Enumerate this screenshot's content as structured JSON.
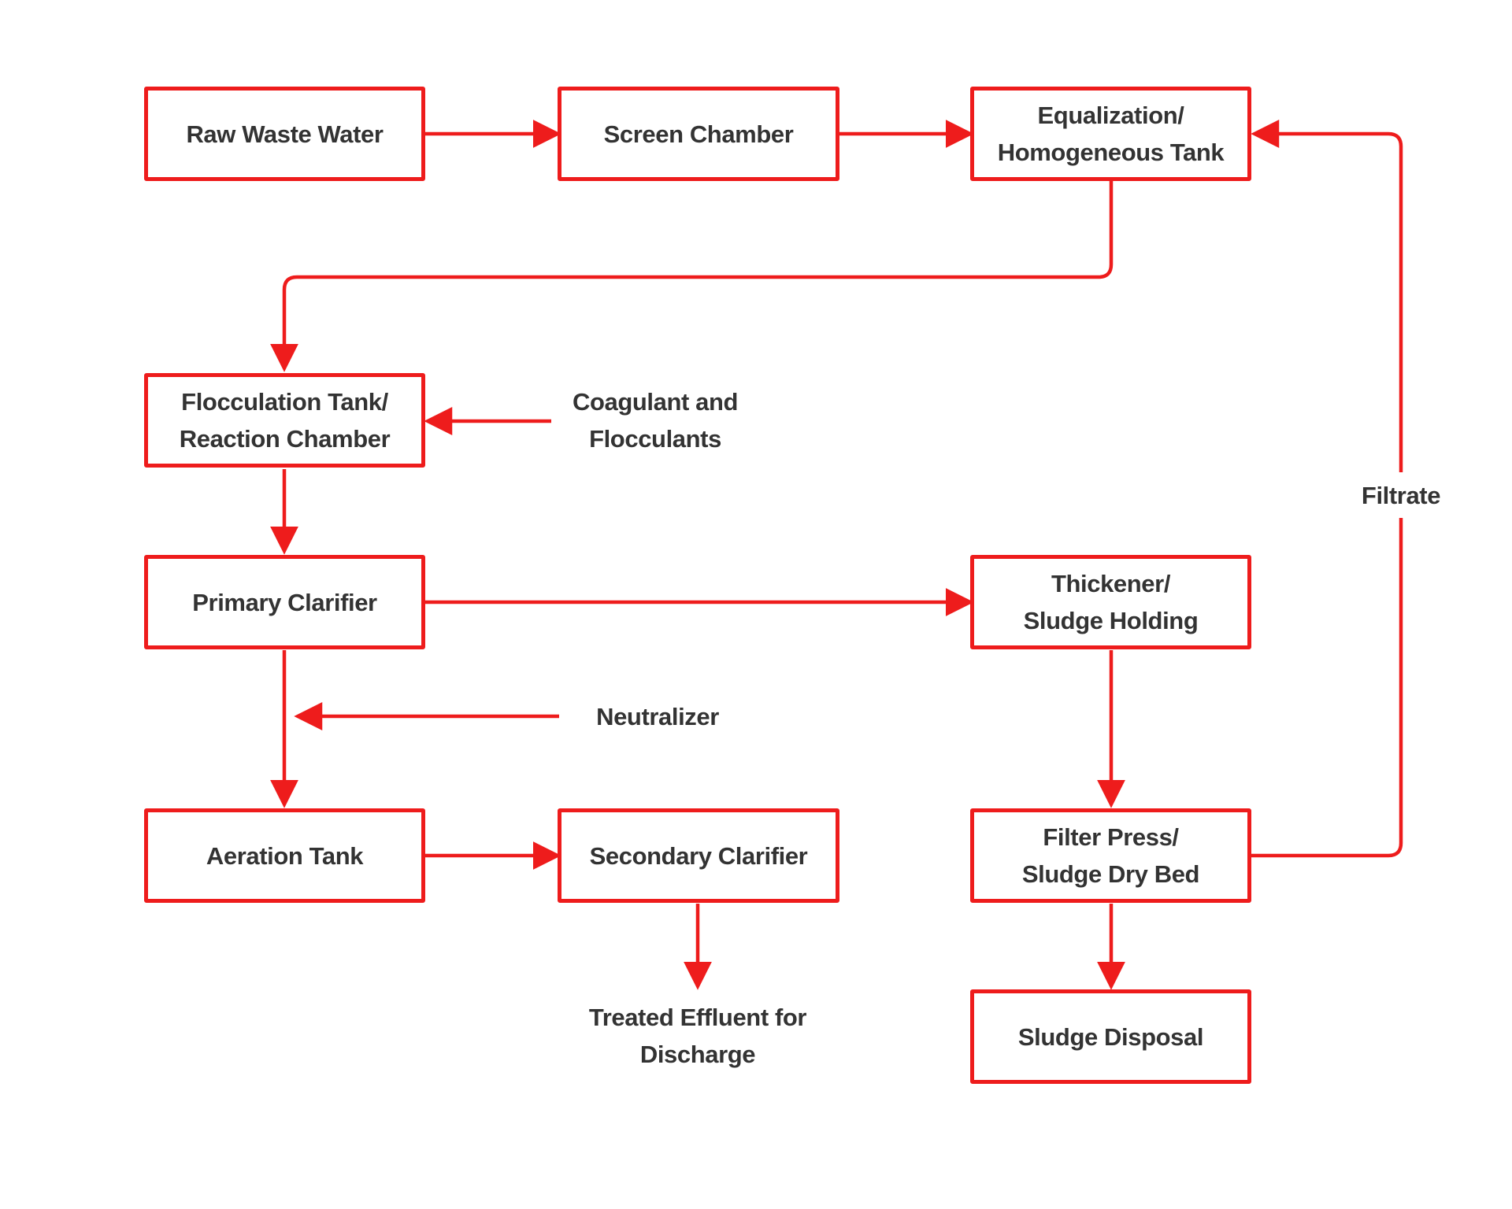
{
  "colors": {
    "accent": "#ee1c1c",
    "text": "#333333",
    "background": "#ffffff"
  },
  "nodes": {
    "raw_waste_water": "Raw Waste Water",
    "screen_chamber": "Screen Chamber",
    "equalization_tank": "Equalization/\nHomogeneous Tank",
    "flocculation_tank": "Flocculation Tank/\nReaction Chamber",
    "primary_clarifier": "Primary Clarifier",
    "thickener": "Thickener/\nSludge Holding",
    "aeration_tank": "Aeration Tank",
    "secondary_clarifier": "Secondary Clarifier",
    "filter_press": "Filter Press/\nSludge Dry Bed",
    "sludge_disposal": "Sludge Disposal"
  },
  "labels": {
    "coagulant": "Coagulant and\nFlocculants",
    "neutralizer": "Neutralizer",
    "treated_effluent": "Treated Effluent for\nDischarge",
    "filtrate": "Filtrate"
  }
}
